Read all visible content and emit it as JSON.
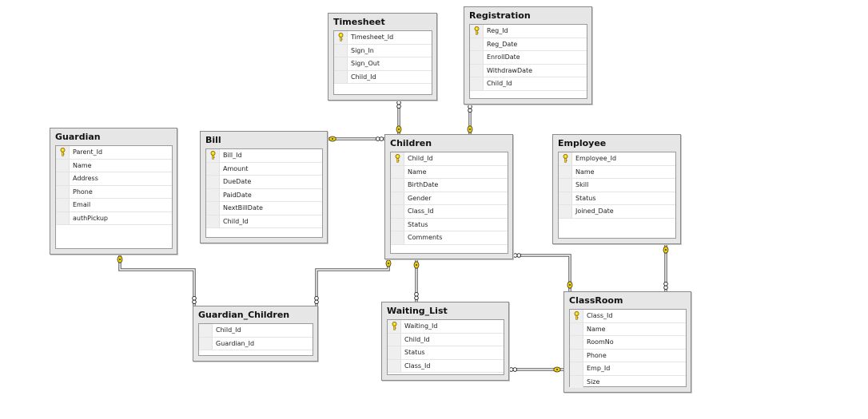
{
  "tables": [
    {
      "id": "timesheet",
      "title": "Timesheet",
      "columns": [
        {
          "name": "Timesheet_Id",
          "pk": true
        },
        {
          "name": "Sign_In"
        },
        {
          "name": "Sign_Out"
        },
        {
          "name": "Child_Id"
        }
      ]
    },
    {
      "id": "registration",
      "title": "Registration",
      "columns": [
        {
          "name": "Reg_Id",
          "pk": true
        },
        {
          "name": "Reg_Date"
        },
        {
          "name": "EnrollDate"
        },
        {
          "name": "WithdrawDate"
        },
        {
          "name": "Child_Id"
        }
      ]
    },
    {
      "id": "guardian",
      "title": "Guardian",
      "columns": [
        {
          "name": "Parent_Id",
          "pk": true
        },
        {
          "name": "Name"
        },
        {
          "name": "Address"
        },
        {
          "name": "Phone"
        },
        {
          "name": "Email"
        },
        {
          "name": "authPickup"
        }
      ]
    },
    {
      "id": "bill",
      "title": "Bill",
      "columns": [
        {
          "name": "Bill_Id",
          "pk": true
        },
        {
          "name": "Amount"
        },
        {
          "name": "DueDate"
        },
        {
          "name": "PaidDate"
        },
        {
          "name": "NextBillDate"
        },
        {
          "name": "Child_Id"
        }
      ]
    },
    {
      "id": "children",
      "title": "Children",
      "columns": [
        {
          "name": "Child_Id",
          "pk": true
        },
        {
          "name": "Name"
        },
        {
          "name": "BirthDate"
        },
        {
          "name": "Gender"
        },
        {
          "name": "Class_Id"
        },
        {
          "name": "Status"
        },
        {
          "name": "Comments"
        }
      ]
    },
    {
      "id": "employee",
      "title": "Employee",
      "columns": [
        {
          "name": "Employee_Id",
          "pk": true
        },
        {
          "name": "Name"
        },
        {
          "name": "Skill"
        },
        {
          "name": "Status"
        },
        {
          "name": "Joined_Date"
        }
      ]
    },
    {
      "id": "guardian_children",
      "title": "Guardian_Children",
      "columns": [
        {
          "name": "Child_Id"
        },
        {
          "name": "Guardian_Id"
        }
      ]
    },
    {
      "id": "waiting_list",
      "title": "Waiting_List",
      "columns": [
        {
          "name": "Waiting_Id",
          "pk": true
        },
        {
          "name": "Child_Id"
        },
        {
          "name": "Status"
        },
        {
          "name": "Class_Id"
        }
      ]
    },
    {
      "id": "classroom",
      "title": "ClassRoom",
      "columns": [
        {
          "name": "Class_Id",
          "pk": true
        },
        {
          "name": "Name"
        },
        {
          "name": "RoomNo"
        },
        {
          "name": "Phone"
        },
        {
          "name": "Emp_Id"
        },
        {
          "name": "Size"
        }
      ]
    }
  ],
  "relationships": [
    {
      "from": "timesheet",
      "to": "children"
    },
    {
      "from": "registration",
      "to": "children"
    },
    {
      "from": "bill",
      "to": "children"
    },
    {
      "from": "guardian_children",
      "to": "guardian"
    },
    {
      "from": "guardian_children",
      "to": "children"
    },
    {
      "from": "waiting_list",
      "to": "children"
    },
    {
      "from": "children",
      "to": "classroom"
    },
    {
      "from": "waiting_list",
      "to": "classroom"
    },
    {
      "from": "classroom",
      "to": "employee"
    }
  ],
  "colors": {
    "key": "#f2d000",
    "key_outline": "#7a6000",
    "connector": "#5a5a5a",
    "header_bg": "#e6e6e6"
  }
}
